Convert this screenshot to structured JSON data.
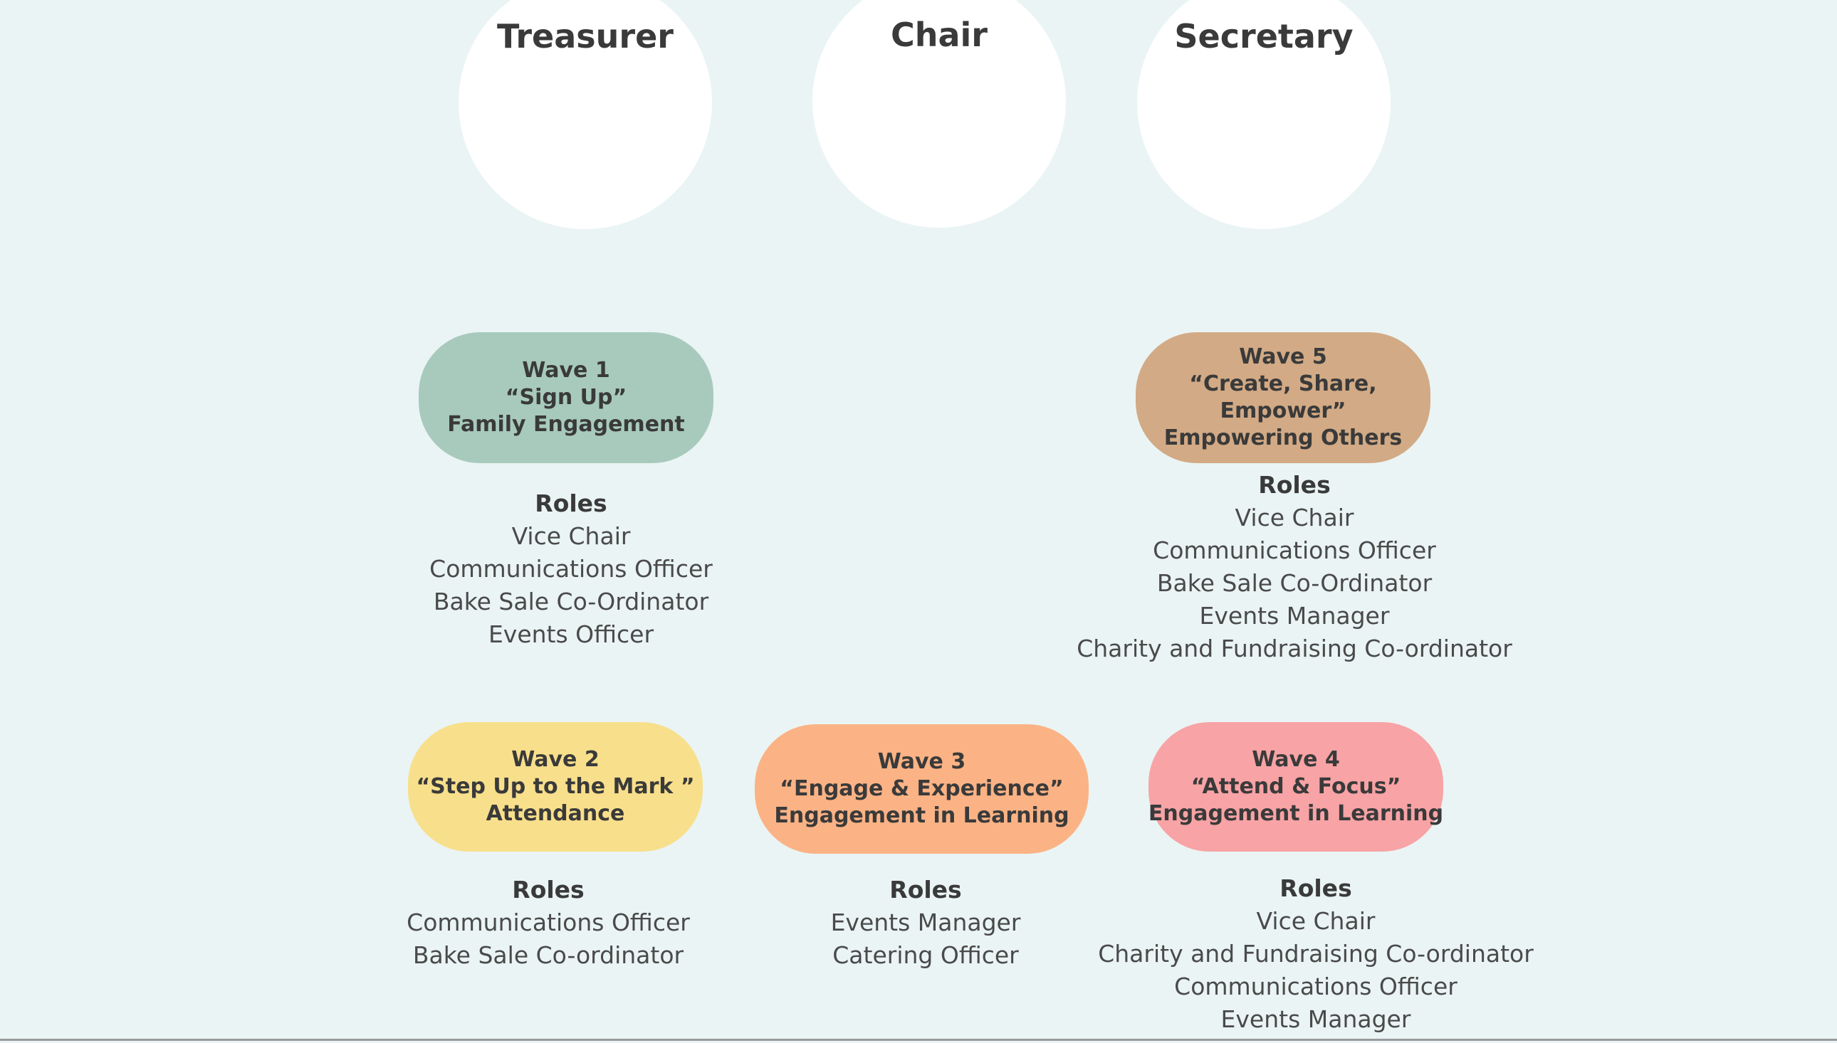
{
  "officers": [
    {
      "label": "Treasurer"
    },
    {
      "label": "Chair"
    },
    {
      "label": "Secretary"
    }
  ],
  "waves": [
    {
      "lines": [
        "Wave 1",
        "“Sign Up”",
        "Family Engagement"
      ],
      "color": "#a8cabd",
      "roles_heading": "Roles",
      "roles": [
        "Vice Chair",
        "Communications Officer",
        "Bake Sale Co-Ordinator",
        "Events Officer"
      ]
    },
    {
      "lines": [
        "Wave 2",
        "“Step Up to the Mark ”",
        "Attendance"
      ],
      "color": "#f8df8b",
      "roles_heading": "Roles",
      "roles": [
        "Communications Officer",
        "Bake Sale Co-ordinator"
      ]
    },
    {
      "lines": [
        "Wave 3",
        "“Engage & Experience”",
        "Engagement in Learning"
      ],
      "color": "#fbb385",
      "roles_heading": "Roles",
      "roles": [
        "Events Manager",
        "Catering Officer"
      ]
    },
    {
      "lines": [
        "Wave 4",
        "“Attend & Focus”",
        "Engagement in Learning"
      ],
      "color": "#f8a3a5",
      "roles_heading": "Roles",
      "roles": [
        "Vice Chair",
        "Charity and Fundraising Co-ordinator",
        "Communications Officer",
        "Events Manager"
      ]
    },
    {
      "lines": [
        "Wave 5",
        "“Create, Share,",
        "Empower”",
        "Empowering Others"
      ],
      "color": "#d2aa85",
      "roles_heading": "Roles",
      "roles": [
        "Vice Chair",
        "Communications Officer",
        "Bake Sale Co-Ordinator",
        "Events Manager",
        "Charity and Fundraising Co-ordinator"
      ]
    }
  ]
}
